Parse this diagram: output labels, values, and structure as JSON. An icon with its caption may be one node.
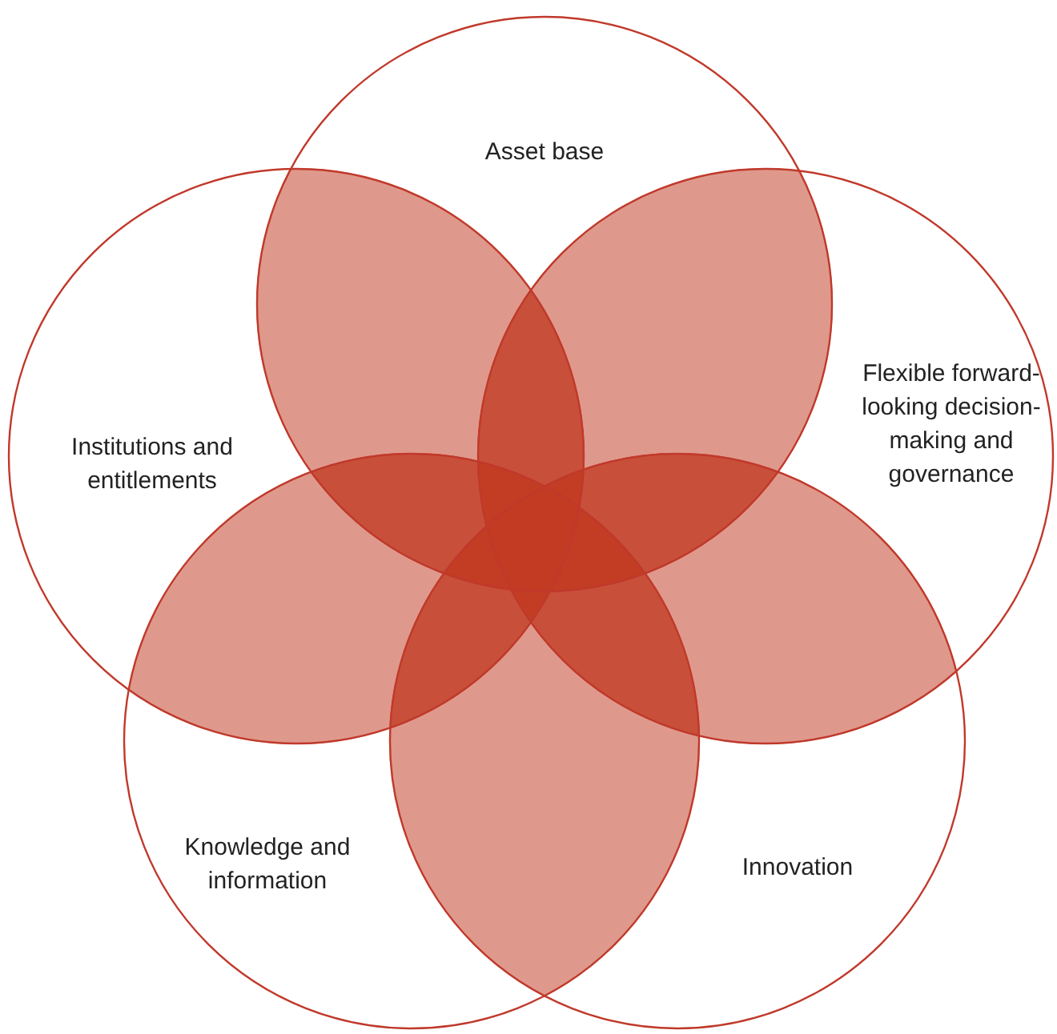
{
  "diagram": {
    "nodes": [
      {
        "text": [
          "Asset base"
        ]
      },
      {
        "text": [
          "Institutions and entitlements"
        ]
      },
      {
        "text": [
          "Flexible forward-looking decision-making and governance"
        ]
      },
      {
        "text": [
          "Knowledge and information"
        ]
      },
      {
        "text": [
          "Innovation"
        ]
      }
    ]
  }
}
